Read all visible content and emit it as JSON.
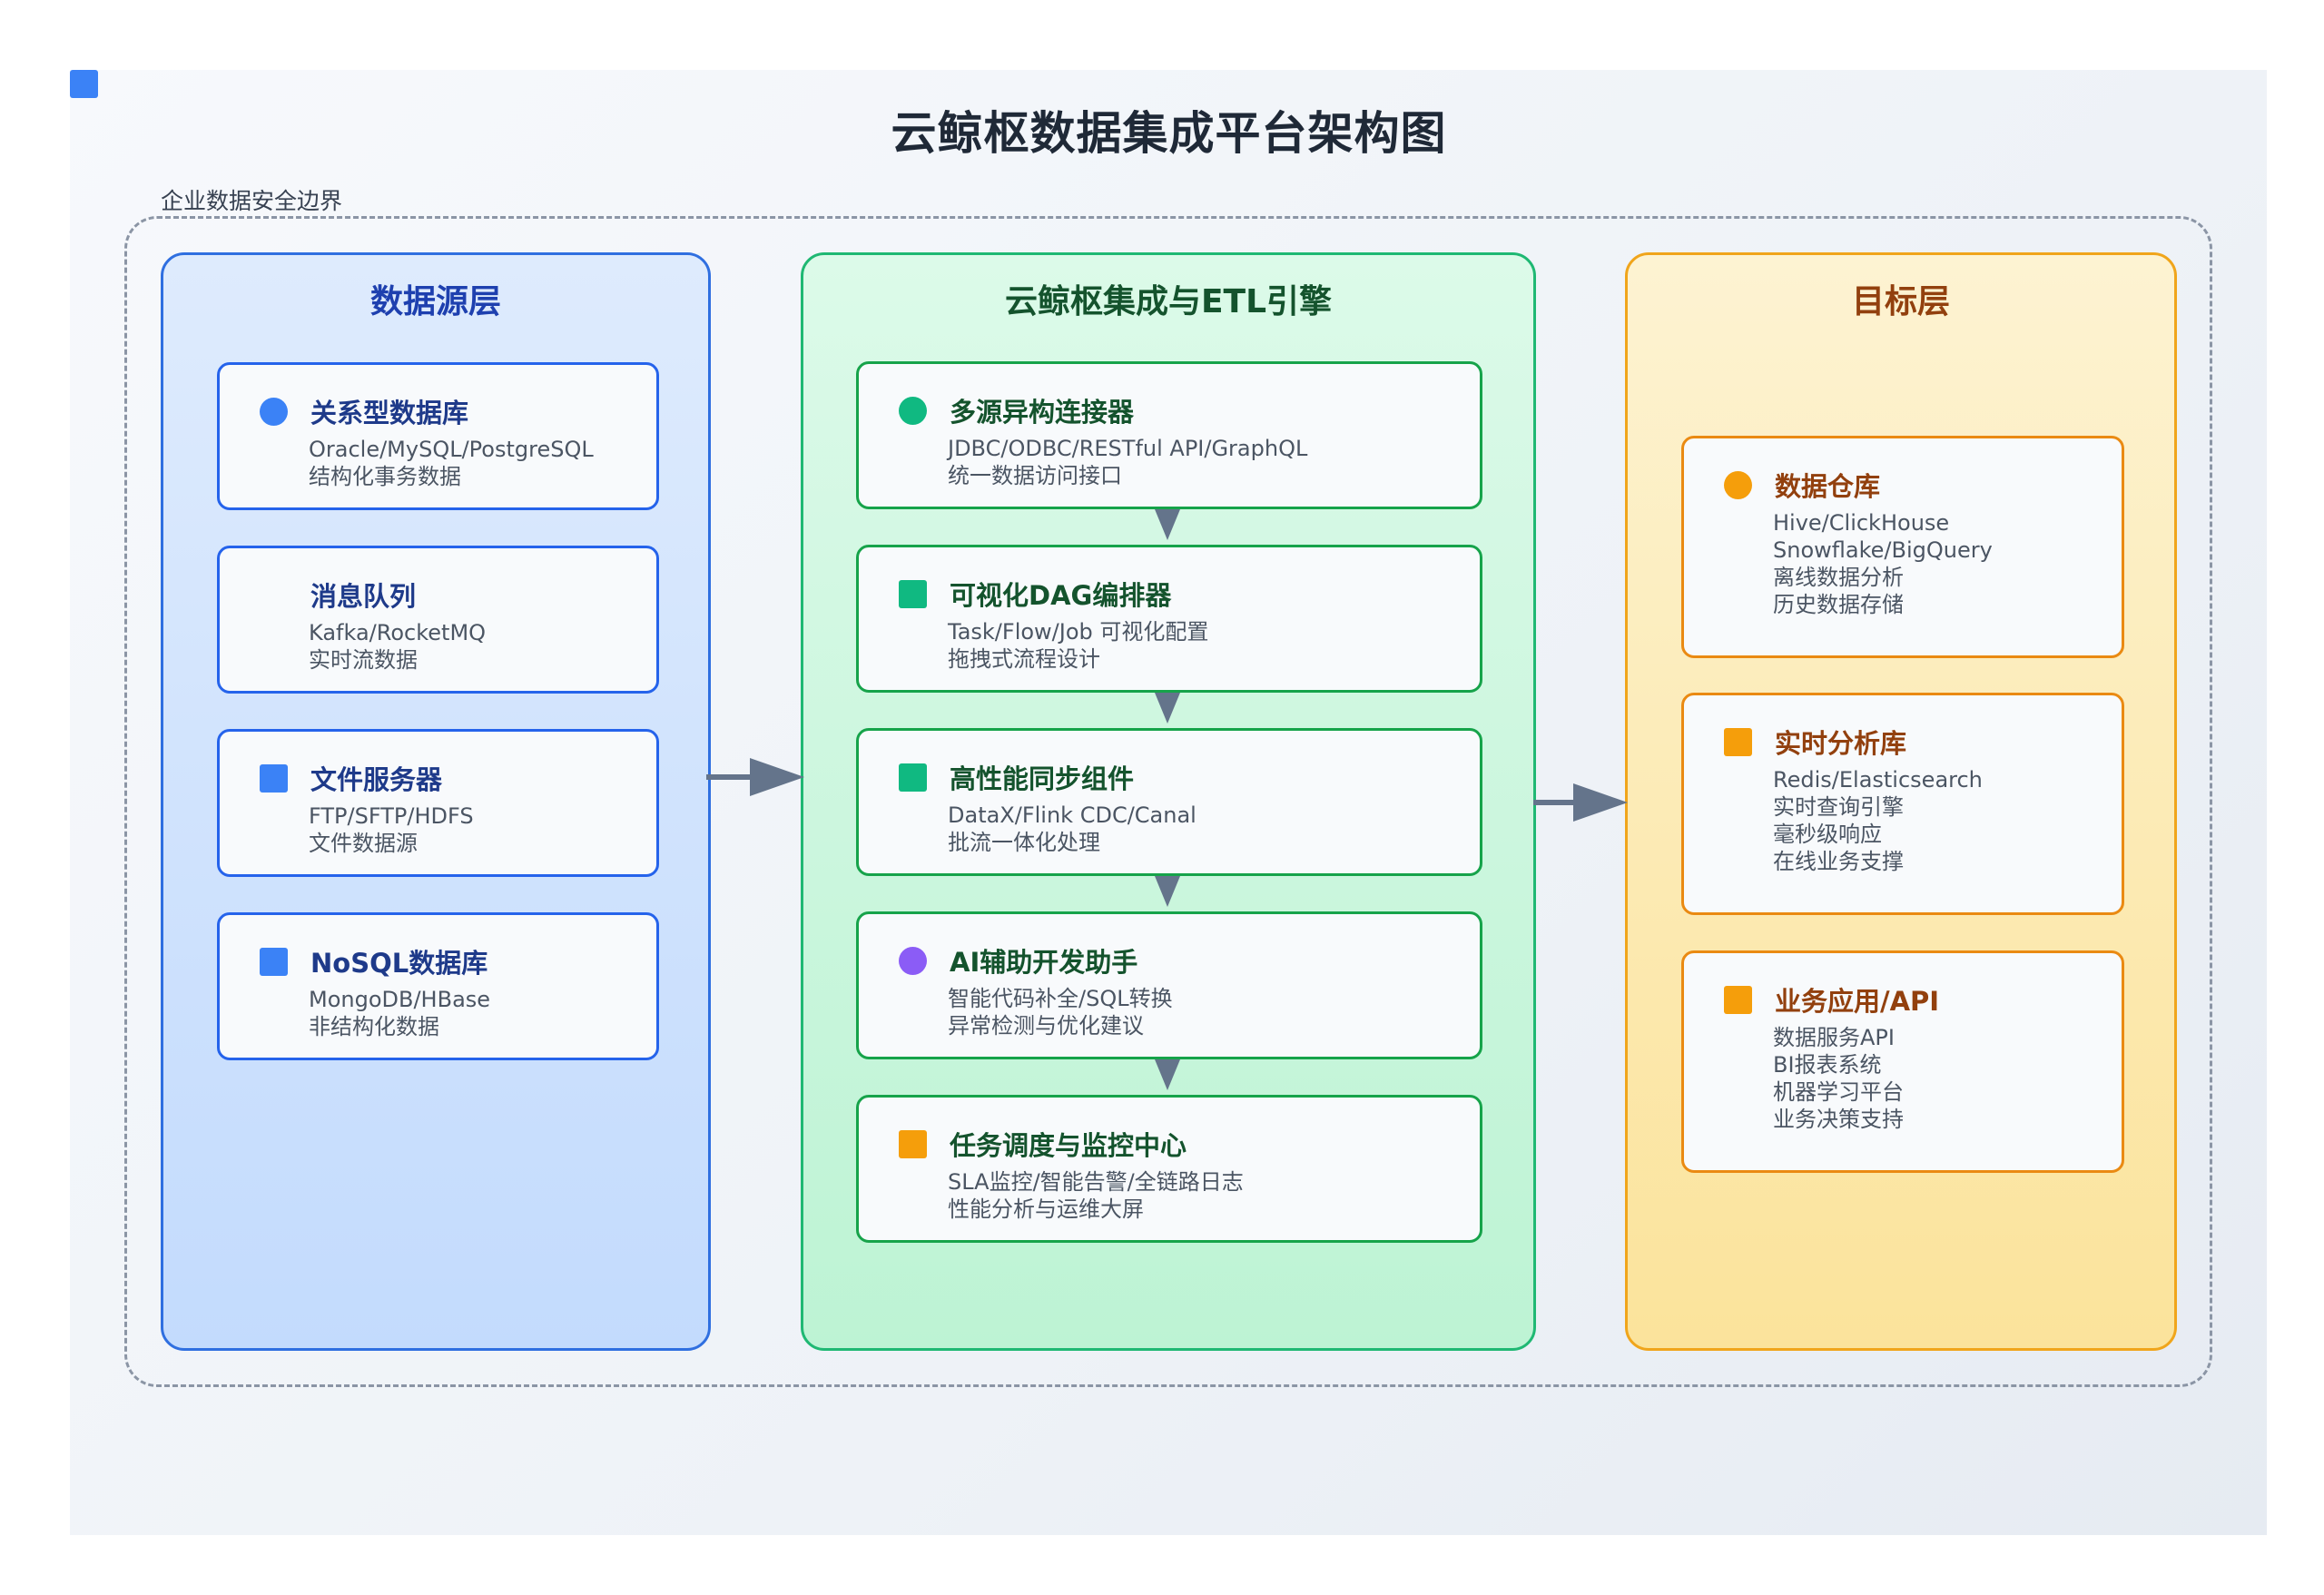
{
  "title": "云鲸枢数据集成平台架构图",
  "boundary_label": "企业数据安全边界",
  "colors": {
    "source_accent": "#3b82f6",
    "engine_accent": "#10b981",
    "target_accent": "#f59e0b",
    "ai_accent": "#8b5cf6",
    "arrow": "#64748b"
  },
  "source_layer": {
    "title": "数据源层",
    "cards": [
      {
        "icon": "circle",
        "color": "#3b82f6",
        "title": "关系型数据库",
        "lines": [
          "Oracle/MySQL/PostgreSQL",
          "结构化事务数据"
        ]
      },
      {
        "icon": "none",
        "color": "",
        "title": "消息队列",
        "lines": [
          "Kafka/RocketMQ",
          "实时流数据"
        ]
      },
      {
        "icon": "square",
        "color": "#3b82f6",
        "title": "文件服务器",
        "lines": [
          "FTP/SFTP/HDFS",
          "文件数据源"
        ]
      },
      {
        "icon": "square",
        "color": "#3b82f6",
        "title": "NoSQL数据库",
        "lines": [
          "MongoDB/HBase",
          "非结构化数据"
        ]
      }
    ]
  },
  "engine_layer": {
    "title": "云鲸枢集成与ETL引擎",
    "cards": [
      {
        "icon": "circle",
        "color": "#10b981",
        "title": "多源异构连接器",
        "lines": [
          "JDBC/ODBC/RESTful API/GraphQL",
          "统一数据访问接口"
        ]
      },
      {
        "icon": "square",
        "color": "#10b981",
        "title": "可视化DAG编排器",
        "lines": [
          "Task/Flow/Job 可视化配置",
          "拖拽式流程设计"
        ]
      },
      {
        "icon": "square",
        "color": "#10b981",
        "title": "高性能同步组件",
        "lines": [
          "DataX/Flink CDC/Canal",
          "批流一体化处理"
        ]
      },
      {
        "icon": "circle",
        "color": "#8b5cf6",
        "title": "AI辅助开发助手",
        "lines": [
          "智能代码补全/SQL转换",
          "异常检测与优化建议"
        ]
      },
      {
        "icon": "square",
        "color": "#f59e0b",
        "title": "任务调度与监控中心",
        "lines": [
          "SLA监控/智能告警/全链路日志",
          "性能分析与运维大屏"
        ]
      }
    ]
  },
  "target_layer": {
    "title": "目标层",
    "cards": [
      {
        "icon": "circle",
        "color": "#f59e0b",
        "title": "数据仓库",
        "lines": [
          "Hive/ClickHouse",
          "Snowflake/BigQuery",
          "离线数据分析",
          "历史数据存储"
        ]
      },
      {
        "icon": "square",
        "color": "#f59e0b",
        "title": "实时分析库",
        "lines": [
          "Redis/Elasticsearch",
          "实时查询引擎",
          "毫秒级响应",
          "在线业务支撑"
        ]
      },
      {
        "icon": "square",
        "color": "#f59e0b",
        "title": "业务应用/API",
        "lines": [
          "数据服务API",
          "BI报表系统",
          "机器学习平台",
          "业务决策支持"
        ]
      }
    ]
  }
}
